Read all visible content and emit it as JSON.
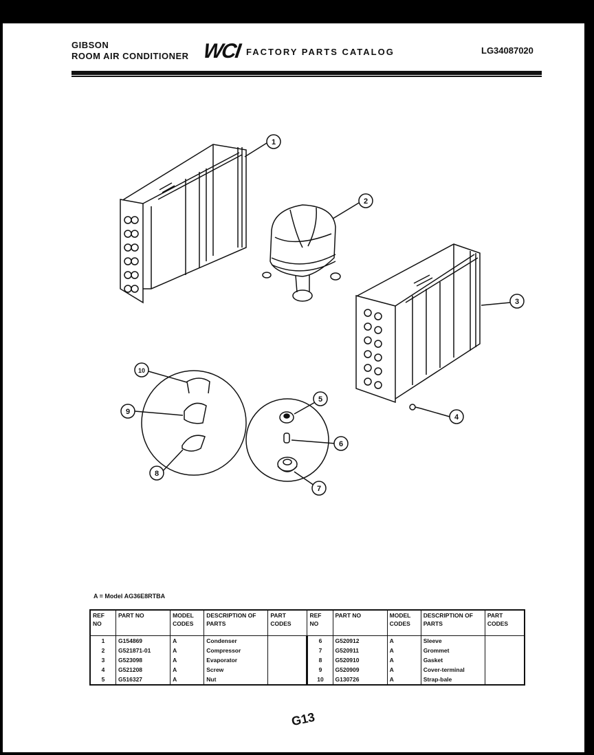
{
  "header": {
    "brand": "GIBSON",
    "product": "ROOM AIR CONDITIONER",
    "logo": "WCI",
    "catalog": "FACTORY PARTS CATALOG",
    "catalog_number": "LG34087020"
  },
  "callouts": [
    "1",
    "2",
    "3",
    "4",
    "5",
    "6",
    "7",
    "8",
    "9",
    "10"
  ],
  "model_note": "A = Model AG36E8RTBA",
  "table": {
    "headers": [
      "REF NO",
      "PART NO",
      "MODEL CODES",
      "DESCRIPTION OF PARTS",
      "PART CODES"
    ],
    "left_rows": [
      {
        "ref": "1",
        "part": "G154869",
        "model": "A",
        "desc": "Condenser"
      },
      {
        "ref": "2",
        "part": "G521871-01",
        "model": "A",
        "desc": "Compressor"
      },
      {
        "ref": "3",
        "part": "G523098",
        "model": "A",
        "desc": "Evaporator"
      },
      {
        "ref": "4",
        "part": "G521208",
        "model": "A",
        "desc": "Screw"
      },
      {
        "ref": "5",
        "part": "G516327",
        "model": "A",
        "desc": "Nut"
      }
    ],
    "right_rows": [
      {
        "ref": "6",
        "part": "G520912",
        "model": "A",
        "desc": "Sleeve"
      },
      {
        "ref": "7",
        "part": "G520911",
        "model": "A",
        "desc": "Grommet"
      },
      {
        "ref": "8",
        "part": "G520910",
        "model": "A",
        "desc": "Gasket"
      },
      {
        "ref": "9",
        "part": "G520909",
        "model": "A",
        "desc": "Cover-terminal"
      },
      {
        "ref": "10",
        "part": "G130726",
        "model": "A",
        "desc": "Strap-bale"
      }
    ]
  },
  "page_number": "G13"
}
